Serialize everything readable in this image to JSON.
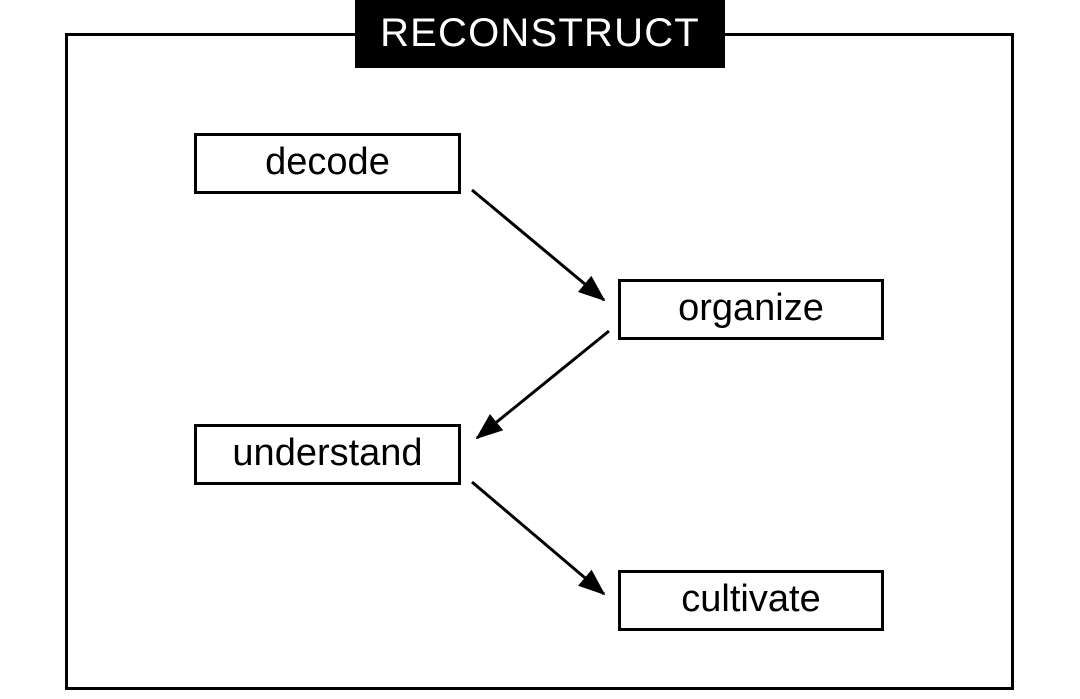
{
  "diagram": {
    "title": "RECONSTRUCT",
    "frame": {
      "stroke_color": "#000000",
      "background_color": "#ffffff"
    },
    "banner": {
      "background_color": "#000000",
      "text_color": "#ffffff"
    },
    "nodes": [
      {
        "id": "decode",
        "label": "decode"
      },
      {
        "id": "organize",
        "label": "organize"
      },
      {
        "id": "understand",
        "label": "understand"
      },
      {
        "id": "cultivate",
        "label": "cultivate"
      }
    ],
    "edges": [
      {
        "from": "decode",
        "to": "organize",
        "style": "solid-arrow"
      },
      {
        "from": "organize",
        "to": "understand",
        "style": "solid-arrow"
      },
      {
        "from": "understand",
        "to": "cultivate",
        "style": "solid-arrow"
      }
    ]
  }
}
